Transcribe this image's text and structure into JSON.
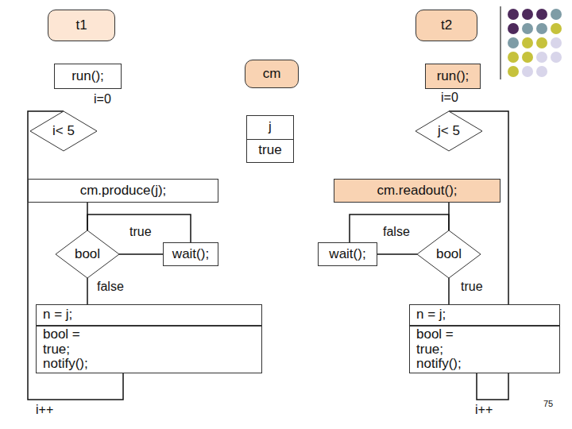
{
  "diagram": {
    "nodes": [
      {
        "text": [
          "t1"
        ]
      },
      {
        "text": [
          "t2"
        ]
      },
      {
        "text": [
          "run();"
        ]
      },
      {
        "text": [
          "cm"
        ]
      },
      {
        "text": [
          "run();"
        ]
      },
      {
        "text": [
          "i< 5"
        ]
      },
      {
        "text": [
          "j",
          "true"
        ]
      },
      {
        "text": [
          "j< 5"
        ]
      },
      {
        "text": [
          "cm.produce(j);"
        ]
      },
      {
        "text": [
          "cm.readout();"
        ]
      },
      {
        "text": [
          "bool"
        ]
      },
      {
        "text": [
          "wait();"
        ]
      },
      {
        "text": [
          "wait();"
        ]
      },
      {
        "text": [
          "bool"
        ]
      },
      {
        "text": [
          "n = j;"
        ]
      },
      {
        "text": [
          "bool = true;",
          "notify();"
        ]
      },
      {
        "text": [
          "n = j;"
        ]
      },
      {
        "text": [
          "bool = true;",
          "notify();"
        ]
      }
    ],
    "edges": [
      {
        "from": 15,
        "to": 5,
        "arrow": "none"
      },
      {
        "from": 17,
        "to": 7,
        "arrow": "none"
      },
      {
        "from": 8,
        "to": 10,
        "arrow": "none"
      },
      {
        "from": 10,
        "to": 11,
        "label": "true",
        "arrow": "none"
      },
      {
        "from": 11,
        "to": 10,
        "arrow": "none"
      },
      {
        "from": 10,
        "to": 14,
        "label": "false",
        "arrow": "none"
      },
      {
        "from": 9,
        "to": 13,
        "arrow": "none"
      },
      {
        "from": 13,
        "to": 12,
        "label": "false",
        "arrow": "none"
      },
      {
        "from": 12,
        "to": 13,
        "arrow": "none"
      },
      {
        "from": 13,
        "to": 16,
        "label": "true",
        "arrow": "none"
      }
    ],
    "labels": [
      "i=0",
      "i=0",
      "i++",
      "i++",
      "75"
    ]
  }
}
